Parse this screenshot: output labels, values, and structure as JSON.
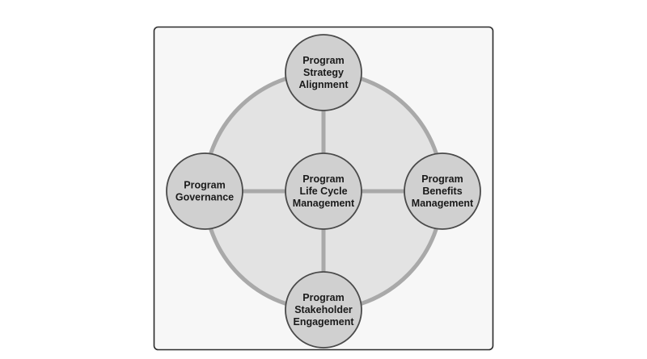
{
  "diagram": {
    "center": {
      "id": "lifecycle",
      "lines": [
        "Program",
        "Life Cycle",
        "Management"
      ]
    },
    "nodes": [
      {
        "id": "strategy",
        "position": "top",
        "lines": [
          "Program",
          "Strategy",
          "Alignment"
        ]
      },
      {
        "id": "benefits",
        "position": "right",
        "lines": [
          "Program",
          "Benefits",
          "Management"
        ]
      },
      {
        "id": "stakeholder",
        "position": "bottom",
        "lines": [
          "Program",
          "Stakeholder",
          "Engagement"
        ]
      },
      {
        "id": "governance",
        "position": "left",
        "lines": [
          "Program",
          "Governance"
        ]
      }
    ],
    "colors": {
      "frame_border": "#2a2a2a",
      "frame_fill": "#f7f7f7",
      "ring_fill": "#e3e3e3",
      "ring_stroke": "#a9a9a9",
      "connector": "#a9a9a9",
      "node_fill": "#d0d0d0",
      "node_stroke": "#4a4a4a",
      "label": "#1a1a1a"
    }
  }
}
